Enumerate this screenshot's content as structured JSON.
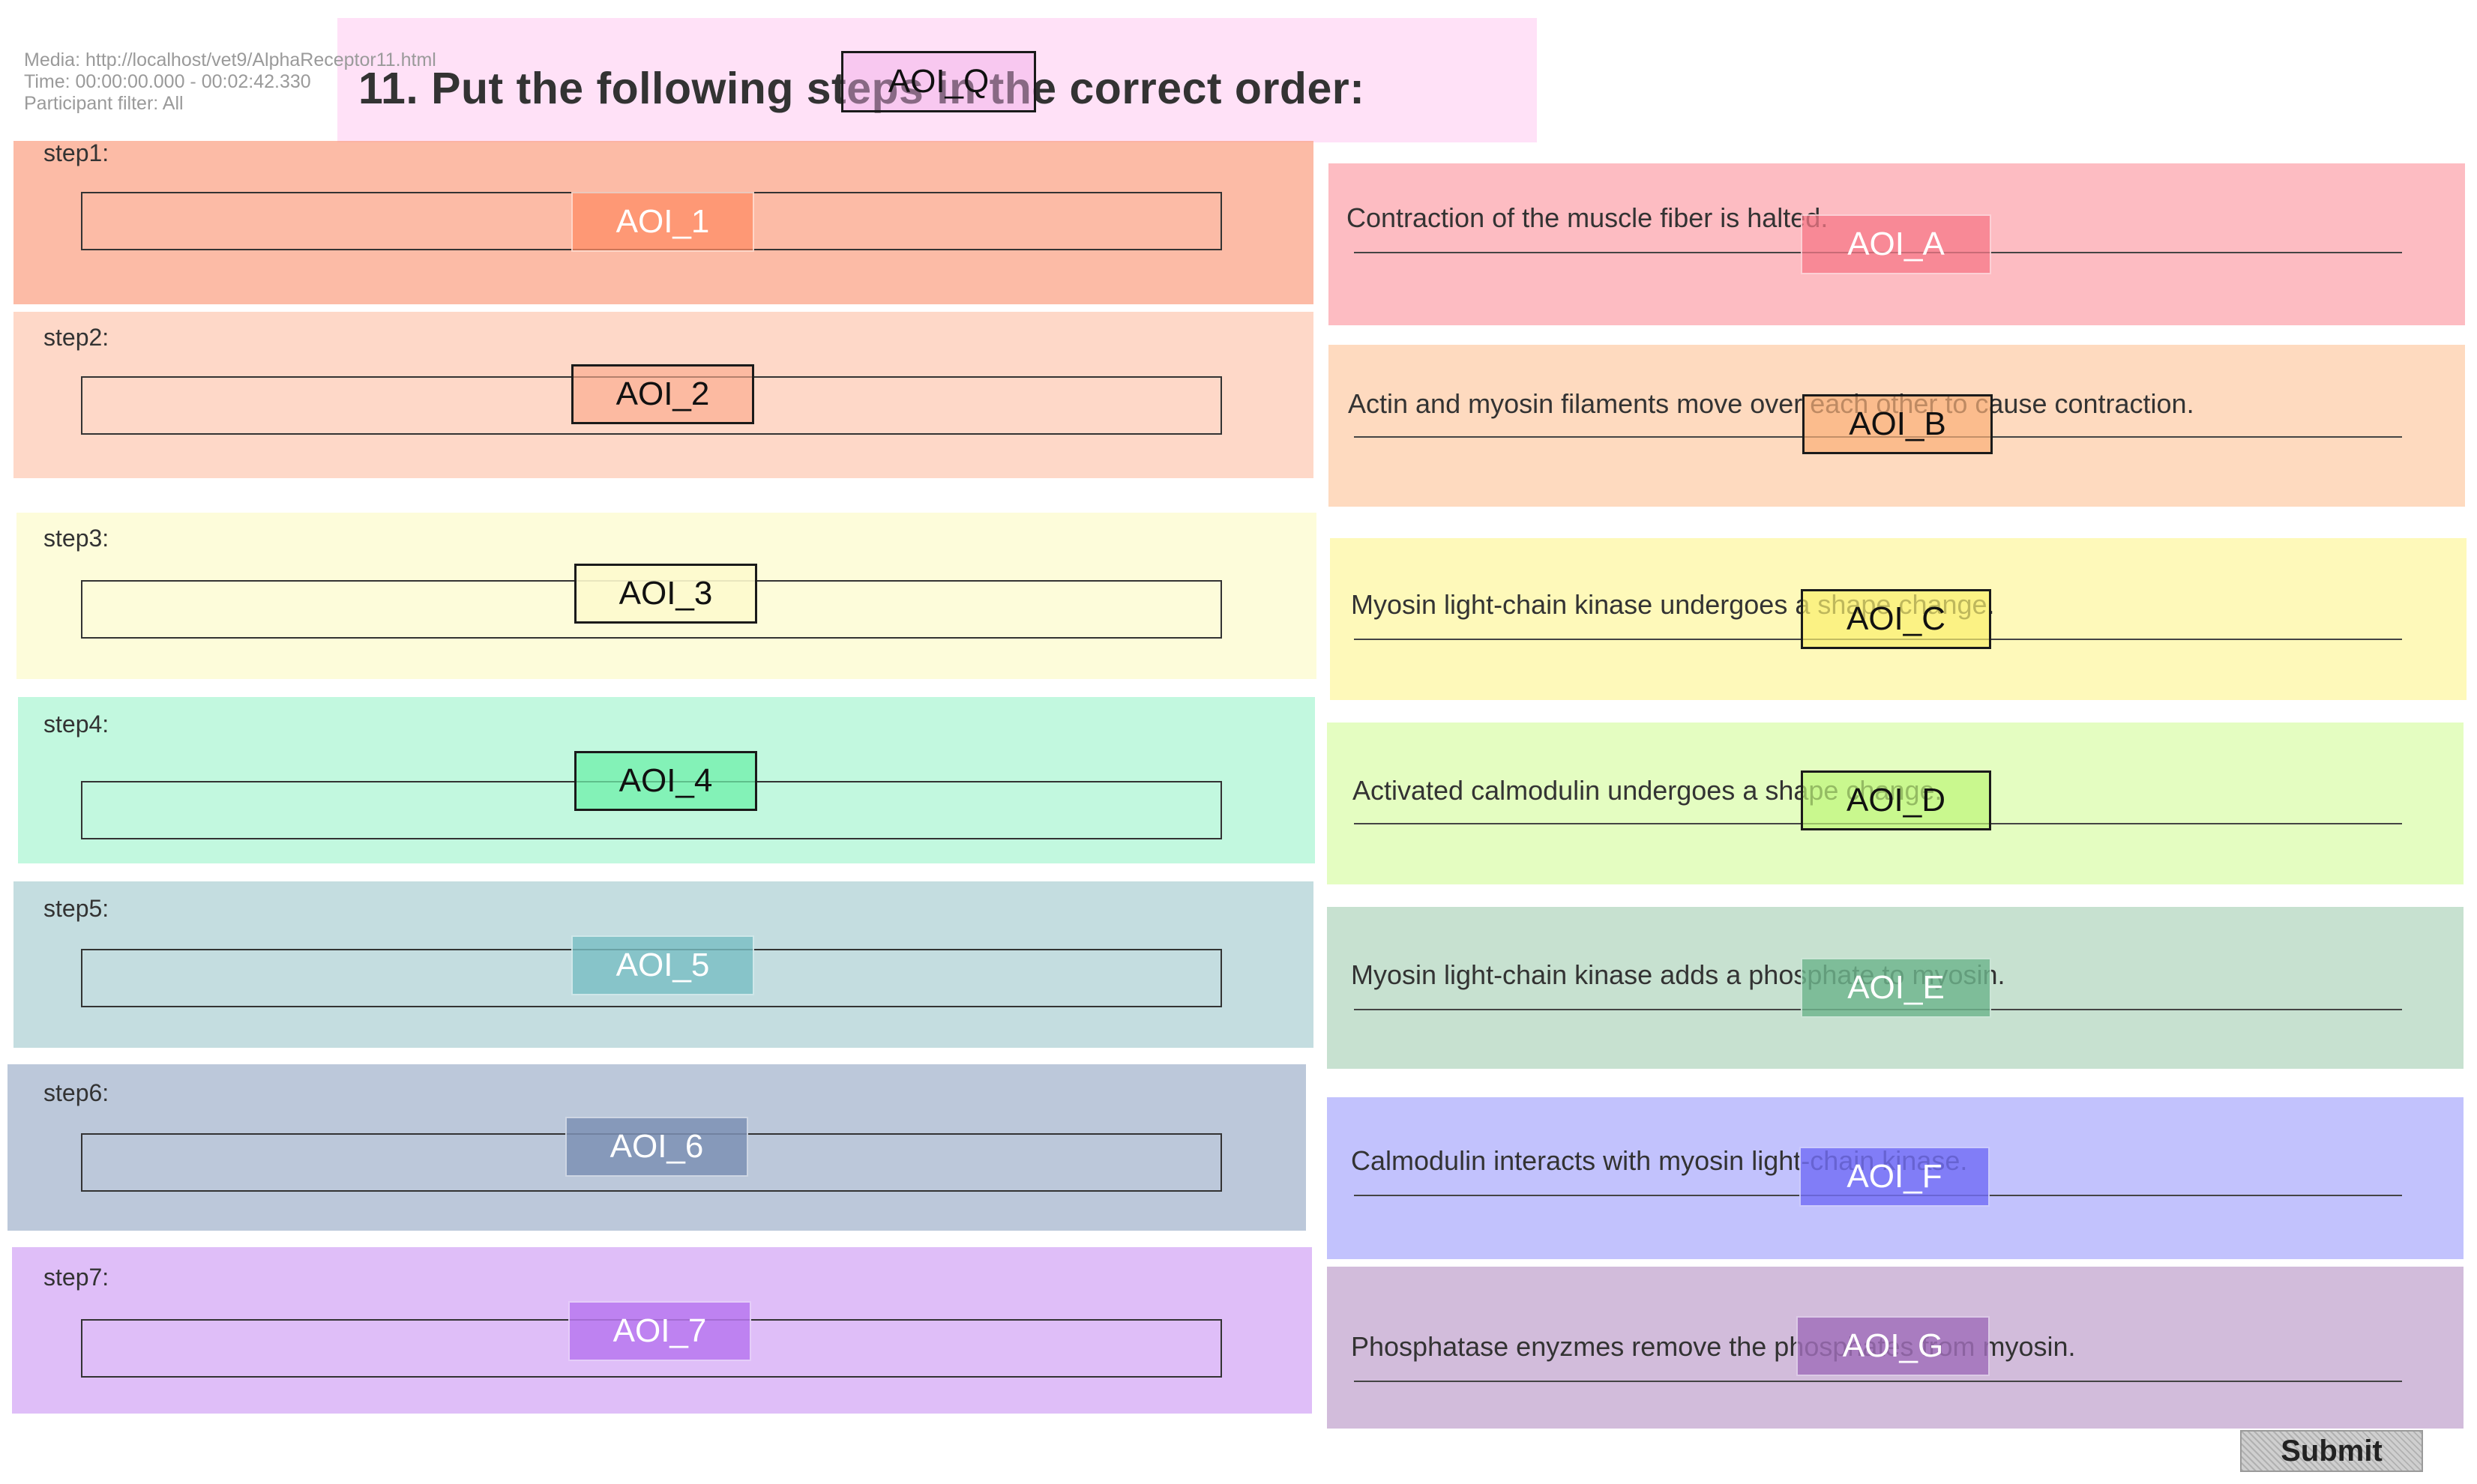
{
  "meta": {
    "media": "Media: http://localhost/vet9/AlphaReceptor11.html",
    "time": "Time: 00:00:00.000 - 00:02:42.330",
    "participant_filter": "Participant filter: All"
  },
  "question": {
    "text": "11. Put the following steps in the correct order:",
    "aoi_label": "AOI_Q"
  },
  "steps": [
    {
      "label": "step1:",
      "aoi_label": "AOI_1",
      "color": "#fba183"
    },
    {
      "label": "step2:",
      "aoi_label": "AOI_2",
      "color": "#fdc8b0"
    },
    {
      "label": "step3:",
      "aoi_label": "AOI_3",
      "color": "#fdfbd3"
    },
    {
      "label": "step4:",
      "aoi_label": "AOI_4",
      "color": "#8ff3c4"
    },
    {
      "label": "step5:",
      "aoi_label": "AOI_5",
      "color": "#9cc7cb"
    },
    {
      "label": "step6:",
      "aoi_label": "AOI_6",
      "color": "#98abc6"
    },
    {
      "label": "step7:",
      "aoi_label": "AOI_7",
      "color": "#c993f3"
    }
  ],
  "options": [
    {
      "text": "Contraction of the muscle fiber is halted.",
      "aoi_label": "AOI_A",
      "color": "#fb8f9a"
    },
    {
      "text": "Actin and myosin filaments move over each other to cause contraction.",
      "aoi_label": "AOI_B",
      "color": "#fdc295"
    },
    {
      "text": "Myosin light-chain kinase undergoes a shape change.",
      "aoi_label": "AOI_C",
      "color": "#fdf68f"
    },
    {
      "text": "Activated calmodulin undergoes a shape change.",
      "aoi_label": "AOI_D",
      "color": "#d3fb9b"
    },
    {
      "text": "Myosin light-chain kinase adds a phosphate to myosin.",
      "aoi_label": "AOI_E",
      "color": "#a5cfb3"
    },
    {
      "text": "Calmodulin interacts with myosin light-chain kinase.",
      "aoi_label": "AOI_F",
      "color": "#9d9cfb"
    },
    {
      "text": "Phosphatase enyzmes remove the phosphates from myosin.",
      "aoi_label": "AOI_G",
      "color": "#b793c5"
    }
  ],
  "submit_label": "Submit"
}
